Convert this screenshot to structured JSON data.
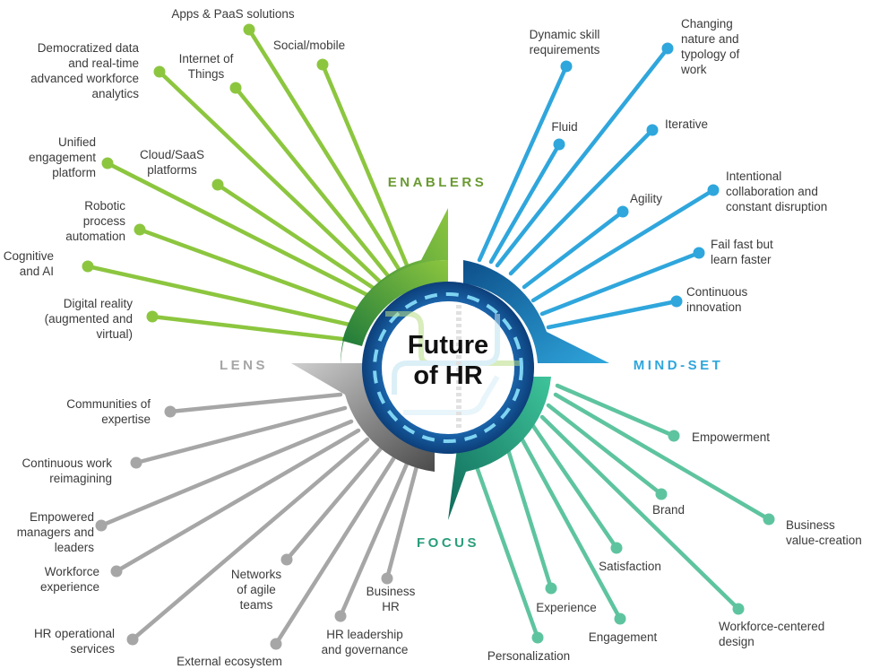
{
  "center": {
    "line1": "Future",
    "line2": "of HR"
  },
  "colors": {
    "green": "#8cc63f",
    "blue": "#2fa6dc",
    "teal": "#5ec49f",
    "gray": "#a6a6a6"
  },
  "quadrants": {
    "enablers": "ENABLERS",
    "mindset": "MIND-SET",
    "focus": "FOCUS",
    "lens": "LENS"
  },
  "enablers": [
    [
      "Apps & PaaS solutions"
    ],
    [
      "Social/mobile"
    ],
    [
      "Internet of",
      "Things"
    ],
    [
      "Democratized data",
      "and real-time",
      "advanced workforce",
      "analytics"
    ],
    [
      "Unified",
      "engagement",
      "platform"
    ],
    [
      "Cloud/SaaS",
      "platforms"
    ],
    [
      "Robotic",
      "process",
      "automation"
    ],
    [
      "Cognitive",
      "and AI"
    ],
    [
      "Digital reality",
      "(augmented and",
      "virtual)"
    ]
  ],
  "mindset": [
    [
      "Dynamic skill",
      "requirements"
    ],
    [
      "Changing",
      "nature and",
      "typology of",
      "work"
    ],
    [
      "Fluid"
    ],
    [
      "Iterative"
    ],
    [
      "Agility"
    ],
    [
      "Intentional",
      "collaboration and",
      "constant disruption"
    ],
    [
      "Fail fast but",
      "learn faster"
    ],
    [
      "Continuous",
      "innovation"
    ]
  ],
  "focus": [
    [
      "Empowerment"
    ],
    [
      "Brand"
    ],
    [
      "Business",
      "value-creation"
    ],
    [
      "Satisfaction"
    ],
    [
      "Workforce-centered",
      "design"
    ],
    [
      "Engagement"
    ],
    [
      "Experience"
    ],
    [
      "Personalization"
    ]
  ],
  "lens": [
    [
      "Communities of",
      "expertise"
    ],
    [
      "Continuous work",
      "reimagining"
    ],
    [
      "Empowered",
      "managers and",
      "leaders"
    ],
    [
      "Workforce",
      "experience"
    ],
    [
      "HR operational",
      "services"
    ],
    [
      "External ecosystem"
    ],
    [
      "HR leadership",
      "and governance"
    ],
    [
      "Networks",
      "of agile",
      "teams"
    ],
    [
      "Business",
      "HR"
    ]
  ]
}
